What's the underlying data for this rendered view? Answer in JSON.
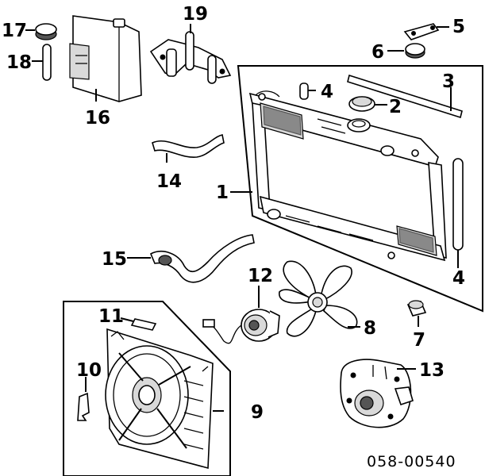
{
  "diagram_code": "058-00540",
  "callouts": {
    "c1": "1",
    "c2": "2",
    "c3": "3",
    "c4a": "4",
    "c4b": "4",
    "c5": "5",
    "c6": "6",
    "c7": "7",
    "c8": "8",
    "c9": "9",
    "c10": "10",
    "c11": "11",
    "c12": "12",
    "c13": "13",
    "c14": "14",
    "c15": "15",
    "c16": "16",
    "c17": "17",
    "c18": "18",
    "c19": "19"
  }
}
